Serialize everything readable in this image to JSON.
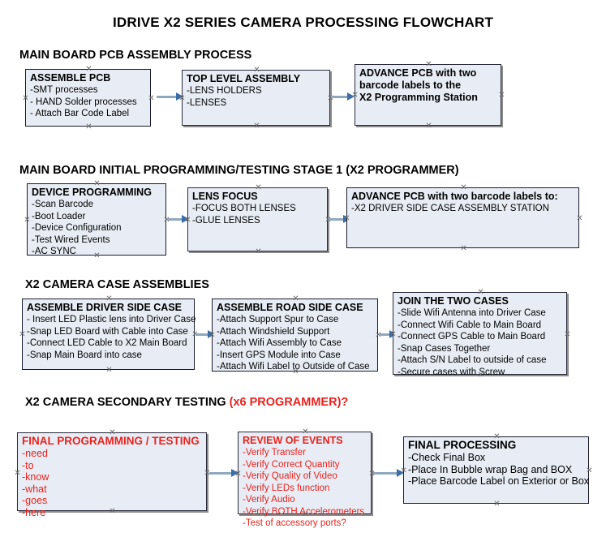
{
  "document": {
    "title": "IDRIVE X2  SERIES CAMERA PROCESSING FLOWCHART"
  },
  "colors": {
    "box_fill": "#e8edf5",
    "box_border": "#1a1a2e",
    "arrow_shaft": "#8fa8c0",
    "arrow_head": "#3b6ea8",
    "text_black": "#000000",
    "text_red": "#e8221d",
    "background": "#ffffff"
  },
  "sections": [
    {
      "heading": "MAIN BOARD PCB ASSEMBLY PROCESS",
      "heading_red": "",
      "boxes": [
        {
          "title": "ASSEMBLE PCB",
          "lines": [
            "-SMT processes",
            "- HAND Solder processes",
            "- Attach Bar Code Label"
          ]
        },
        {
          "title": "TOP LEVEL ASSEMBLY",
          "lines": [
            "-LENS HOLDERS",
            "-LENSES"
          ]
        },
        {
          "title": "ADVANCE PCB with two",
          "lines": [
            "barcode labels to the",
            " X2 Programming Station"
          ]
        }
      ]
    },
    {
      "heading": "MAIN BOARD INITIAL PROGRAMMING/TESTING STAGE 1 (X2 PROGRAMMER)",
      "heading_red": "",
      "boxes": [
        {
          "title": "DEVICE PROGRAMMING",
          "lines": [
            "-Scan Barcode",
            "-Boot Loader",
            "-Device Configuration",
            "-Test Wired Events",
            "-AC SYNC"
          ]
        },
        {
          "title": "LENS FOCUS",
          "lines": [
            "-FOCUS BOTH LENSES",
            "-GLUE LENSES"
          ]
        },
        {
          "title": "ADVANCE PCB with two barcode labels to:",
          "lines": [
            "-X2 DRIVER  SIDE  CASE  ASSEMBLY STATION"
          ]
        }
      ]
    },
    {
      "heading": "X2 CAMERA CASE ASSEMBLIES",
      "heading_red": "",
      "boxes": [
        {
          "title": "ASSEMBLE DRIVER SIDE CASE",
          "lines": [
            "- Insert LED Plastic lens into Driver Case",
            "-Snap LED Board with Cable into Case",
            "-Connect LED Cable to X2 Main Board",
            "-Snap Main Board into case"
          ]
        },
        {
          "title": "ASSEMBLE ROAD SIDE CASE",
          "lines": [
            "-Attach Support Spur to Case",
            "-Attach Windshield Support",
            "-Attach Wifi Assembly to Case",
            "-Insert GPS Module into Case",
            "-Attach Wifi Label to Outside of Case"
          ]
        },
        {
          "title": "JOIN THE TWO CASES",
          "lines": [
            "-Slide Wifi Antenna into Driver Case",
            "-Connect Wifi Cable to Main Board",
            "-Connect GPS Cable to Main Board",
            "-Snap Cases Together",
            "-Attach S/N Label to outside of case",
            "-Secure cases with Screw"
          ]
        }
      ]
    },
    {
      "heading": "X2 CAMERA SECONDARY TESTING ",
      "heading_red": "(x6 PROGRAMMER)?",
      "boxes": [
        {
          "title": "FINAL PROGRAMMING / TESTING",
          "lines": [
            "-need",
            "-to",
            "-know",
            "-what",
            "-goes",
            "-here"
          ]
        },
        {
          "title": "REVIEW OF EVENTS",
          "lines": [
            "-Verify Transfer",
            "-Verify Correct Quantity",
            "-Verify Quality of Video",
            "-Verify LEDs function",
            "-Verify Audio",
            "-Verify BOTH Accelerometers",
            "-Test of accessory ports?"
          ]
        },
        {
          "title": "FINAL PROCESSING",
          "lines": [
            " -Check Final Box",
            "-Place In Bubble wrap Bag and BOX",
            "-Place Barcode Label on Exterior or Box"
          ]
        }
      ]
    }
  ],
  "connector_icon": "arrow-right-icon",
  "anchor_icon": "x-handle-icon"
}
